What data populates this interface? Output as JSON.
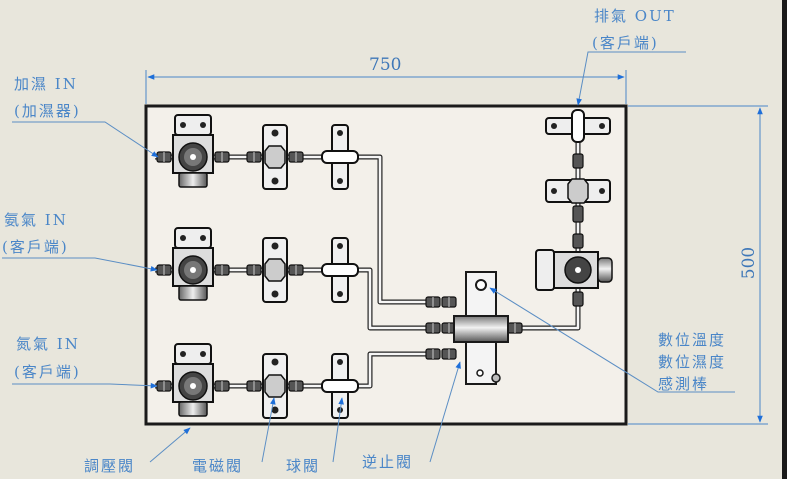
{
  "diagram": {
    "title": "Gas humidification test panel layout",
    "dimensions": {
      "width_label": "750",
      "height_label": "500"
    },
    "inputs": [
      {
        "line1": "加濕 IN",
        "line2": "(加濕器)"
      },
      {
        "line1": "氨氣 IN",
        "line2": "(客戶端)"
      },
      {
        "line1": "氮氣 IN",
        "line2": "(客戶端)"
      }
    ],
    "output": {
      "line1": "排氣 OUT",
      "line2": "(客戶端)"
    },
    "sensor": {
      "line1": "數位溫度",
      "line2": "數位濕度",
      "line3": "感測棒"
    },
    "bottom_labels": {
      "regulator": "調壓閥",
      "solenoid": "電磁閥",
      "ball_valve": "球閥",
      "check_valve": "逆止閥"
    },
    "colors": {
      "annotation": "#4a86c8",
      "leader": "#5b8ec4",
      "arrow": "#1e6fd9",
      "panel": "#f3f0ea",
      "outline": "#1a1a1a",
      "background": "#e8e6dc"
    }
  }
}
